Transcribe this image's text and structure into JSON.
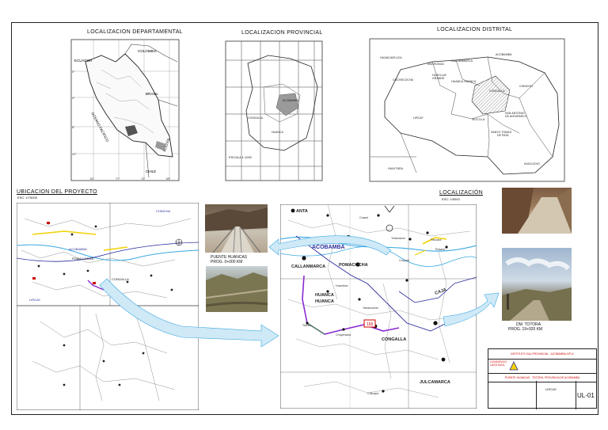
{
  "sections": {
    "dept_title": "LOCALIZACION DEPARTAMENTAL",
    "prov_title": "LOCALIZACION PROVINCIAL",
    "dist_title": "LOCALIZACION DISTRITAL",
    "ubic_title": "UBICACION DEL PROYECTO",
    "ubic_scale": "ESC: 1/75000",
    "loc_title": "LOCALIZACIÓN",
    "loc_scale": "ESC: 1/5000"
  },
  "dept_map": {
    "countries": [
      "ECUADOR",
      "COLOMBIA",
      "BRASIL",
      "BOLIVIA",
      "CHILE"
    ],
    "ocean": "OCEANO PACIFICO",
    "lon_ticks": [
      "81°",
      "77°",
      "73°",
      "69°"
    ],
    "lat_ticks": [
      "0°",
      "4°",
      "8°",
      "12°",
      "16°"
    ]
  },
  "prov_map": {
    "labels": [
      "ACOBAMBA",
      "CONGALLA",
      "HUANCA",
      "ESCALA 1:1000"
    ]
  },
  "dist_map": {
    "labels": [
      "HUANCAVELICA",
      "ANCHONGA",
      "CALLANMARCA",
      "ACOBAMBA",
      "HUAYLLAY GRANDE",
      "HUANCA HUANCA",
      "CONGALLA",
      "CHINCHO",
      "SAN ANTONIO DE ANTAPARCO",
      "SECCLLA",
      "LIRCAY",
      "SANTO TOMAS DE PATA",
      "HUAYTARA",
      "AYACUCHO",
      "COCHECOCHA"
    ]
  },
  "ubic_map": {
    "labels": [
      "CHINCHA",
      "ACOBAMBA",
      "POMA COCHA",
      "CONGALLA",
      "LIRCAY"
    ]
  },
  "loc_map": {
    "places": [
      "ANTA",
      "ACOBAMBA",
      "CALLANMARCA",
      "POMACOCHA",
      "HUANCA HUANCA",
      "CONGALLA",
      "JULCAMARCA",
      "CAJA"
    ],
    "minor": [
      "Tambo",
      "Cusani",
      "Chuyenaula",
      "Tuilamarca",
      "Yanaccocha",
      "Cruzpat",
      "Paucara",
      "Rosario",
      "Huambos",
      "Colicapa"
    ],
    "marker": "166"
  },
  "photos": [
    {
      "caption": "PUENTE HUANCAS",
      "sub": "PROG. 0+000 KM"
    },
    {
      "caption": "DM. TOTORA",
      "sub": "PROG. 19+920 KM"
    }
  ],
  "title_block": {
    "institution": "INSTITUTO VIAL PROVINCIAL - ACOBAMBA IVP-A",
    "project": "PUENTE HUANCAS - TOTORA, PROVINCIA DE ACOBAMBA",
    "province": "LIRCAY",
    "sheet_code": "UL-01",
    "org": "CONSORCIO LAGO AZUL"
  },
  "colors": {
    "river": "#3aa8e0",
    "road": "#2b2b9c",
    "project_route": "#8a2bd0",
    "yellow_road": "#f2d200",
    "arrow": "#cfe9f7",
    "hatch": "#aaaaaa"
  }
}
